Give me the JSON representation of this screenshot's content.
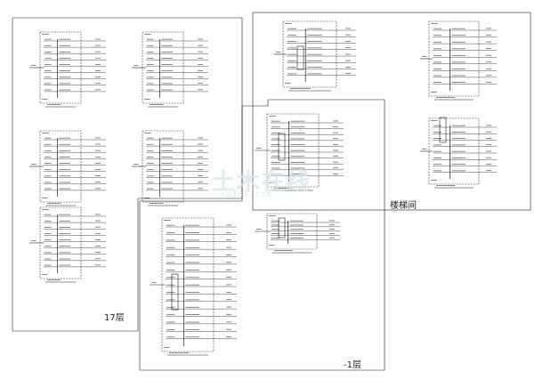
{
  "sheet": {
    "watermark": "土木在线",
    "watermark_url": "co188.com"
  },
  "zones": {
    "floor17": {
      "label": "17层"
    },
    "basement": {
      "label": "-1层"
    },
    "stairwell": {
      "label": "楼梯间"
    }
  },
  "colors": {
    "line": "#1a1a1a",
    "dash": "#333333",
    "paper": "#ffffff",
    "watermark": "#d8e4ea"
  }
}
